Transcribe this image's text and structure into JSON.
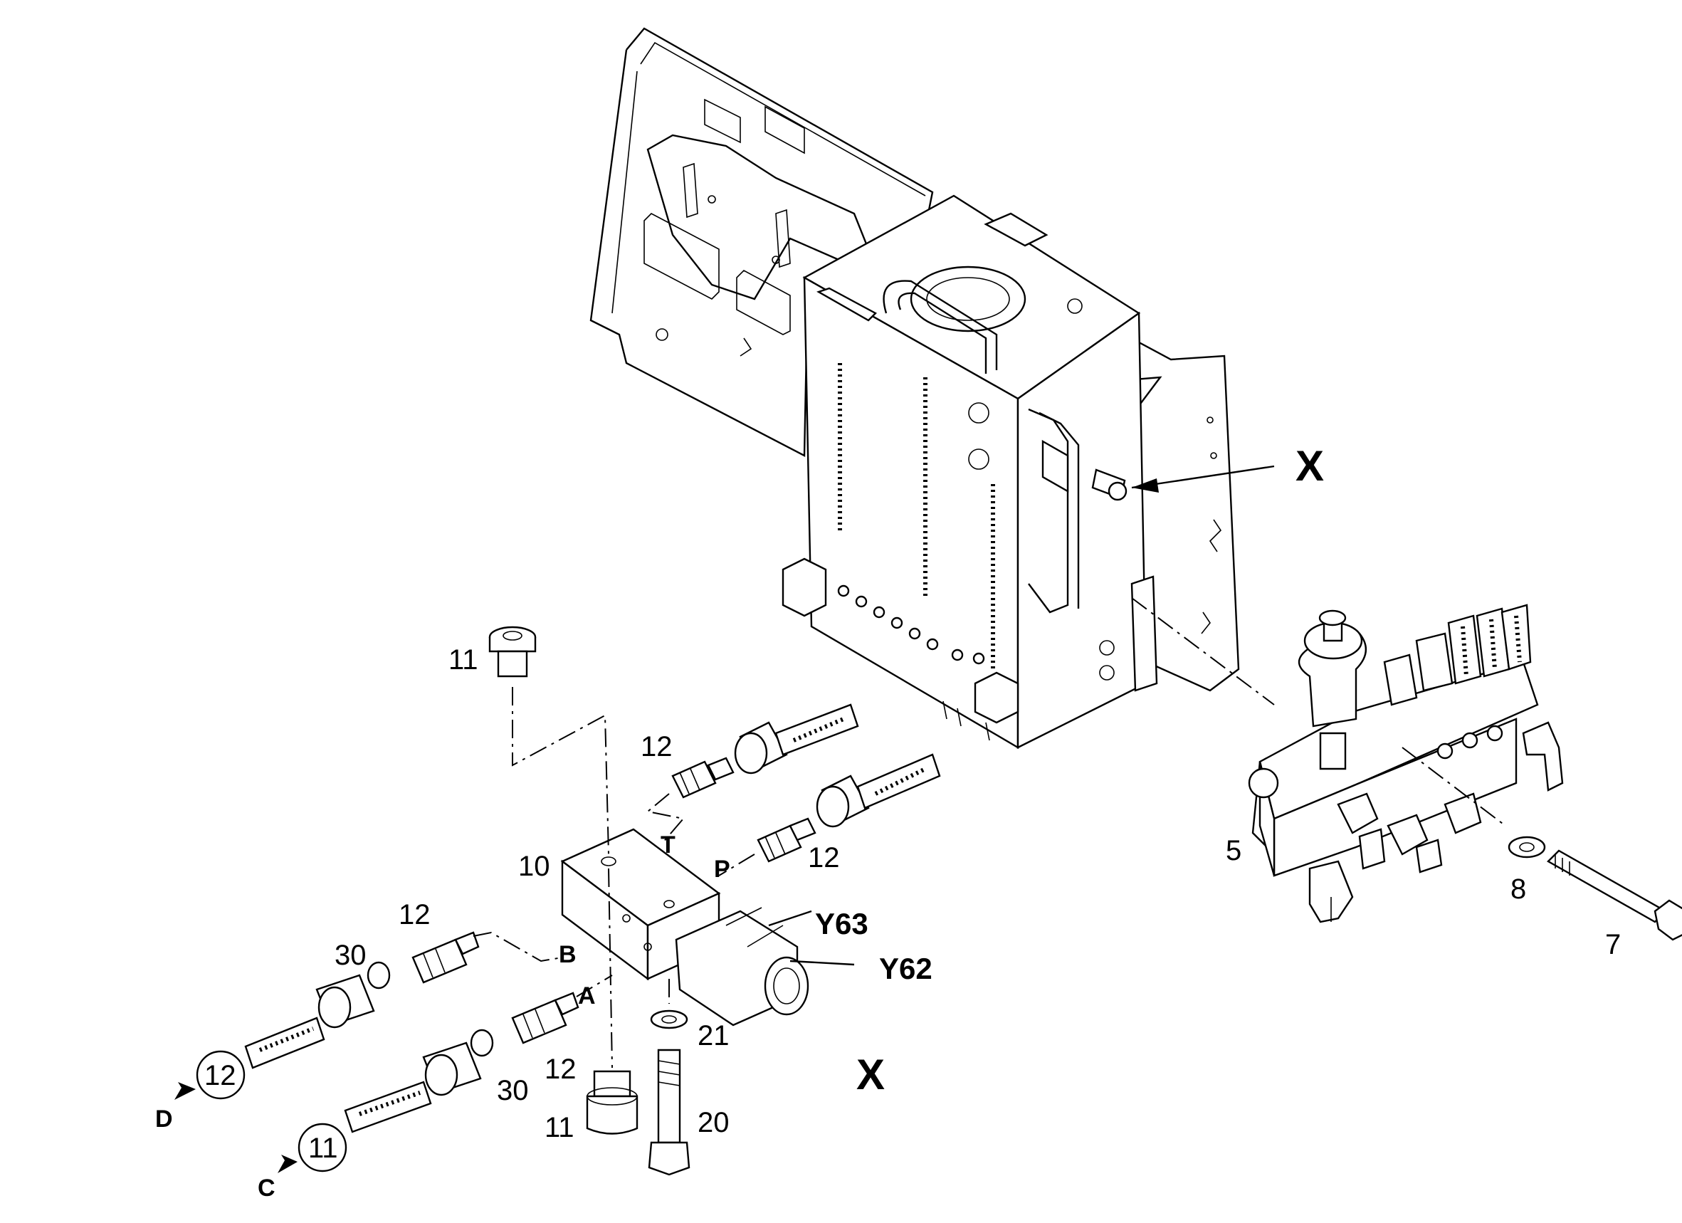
{
  "callouts": {
    "c11_top": "11",
    "c12_t": "12",
    "c12_p": "12",
    "c10": "10",
    "c12_b": "12",
    "c30_upper": "30",
    "c12_a": "12",
    "c30_lower": "30",
    "c11_bottom": "11",
    "c21": "21",
    "c20": "20",
    "c5": "5",
    "c8": "8",
    "c7": "7"
  },
  "solenoids": {
    "y63": "Y63",
    "y62": "Y62"
  },
  "ports": {
    "t": "T",
    "p": "P",
    "b": "B",
    "a": "A"
  },
  "detail_marks": {
    "x_top": "X",
    "x_bottom": "X"
  },
  "circled_refs": {
    "ref12": "12",
    "ref11": "11"
  },
  "line_ends": {
    "d": "D",
    "c": "C"
  }
}
